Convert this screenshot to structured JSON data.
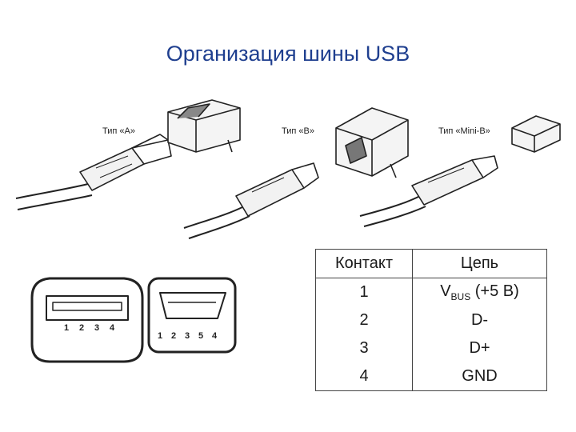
{
  "title": "Организация шины USB",
  "labels": {
    "type_a": "Тип «A»",
    "type_b": "Тип «B»",
    "type_mini_b": "Тип «Mini-B»"
  },
  "port_a_pins": [
    "1",
    "2",
    "3",
    "4"
  ],
  "port_mini_pins": [
    "1",
    "2",
    "3",
    "5",
    "4"
  ],
  "table": {
    "headers": [
      "Контакт",
      "Цепь"
    ],
    "rows": [
      {
        "pin": "1",
        "circuit_main": "V",
        "circuit_sub": "BUS",
        "circuit_rest": " (+5 В)"
      },
      {
        "pin": "2",
        "circuit_main": "D-",
        "circuit_sub": "",
        "circuit_rest": ""
      },
      {
        "pin": "3",
        "circuit_main": "D+",
        "circuit_sub": "",
        "circuit_rest": ""
      },
      {
        "pin": "4",
        "circuit_main": "GND",
        "circuit_sub": "",
        "circuit_rest": ""
      }
    ]
  }
}
